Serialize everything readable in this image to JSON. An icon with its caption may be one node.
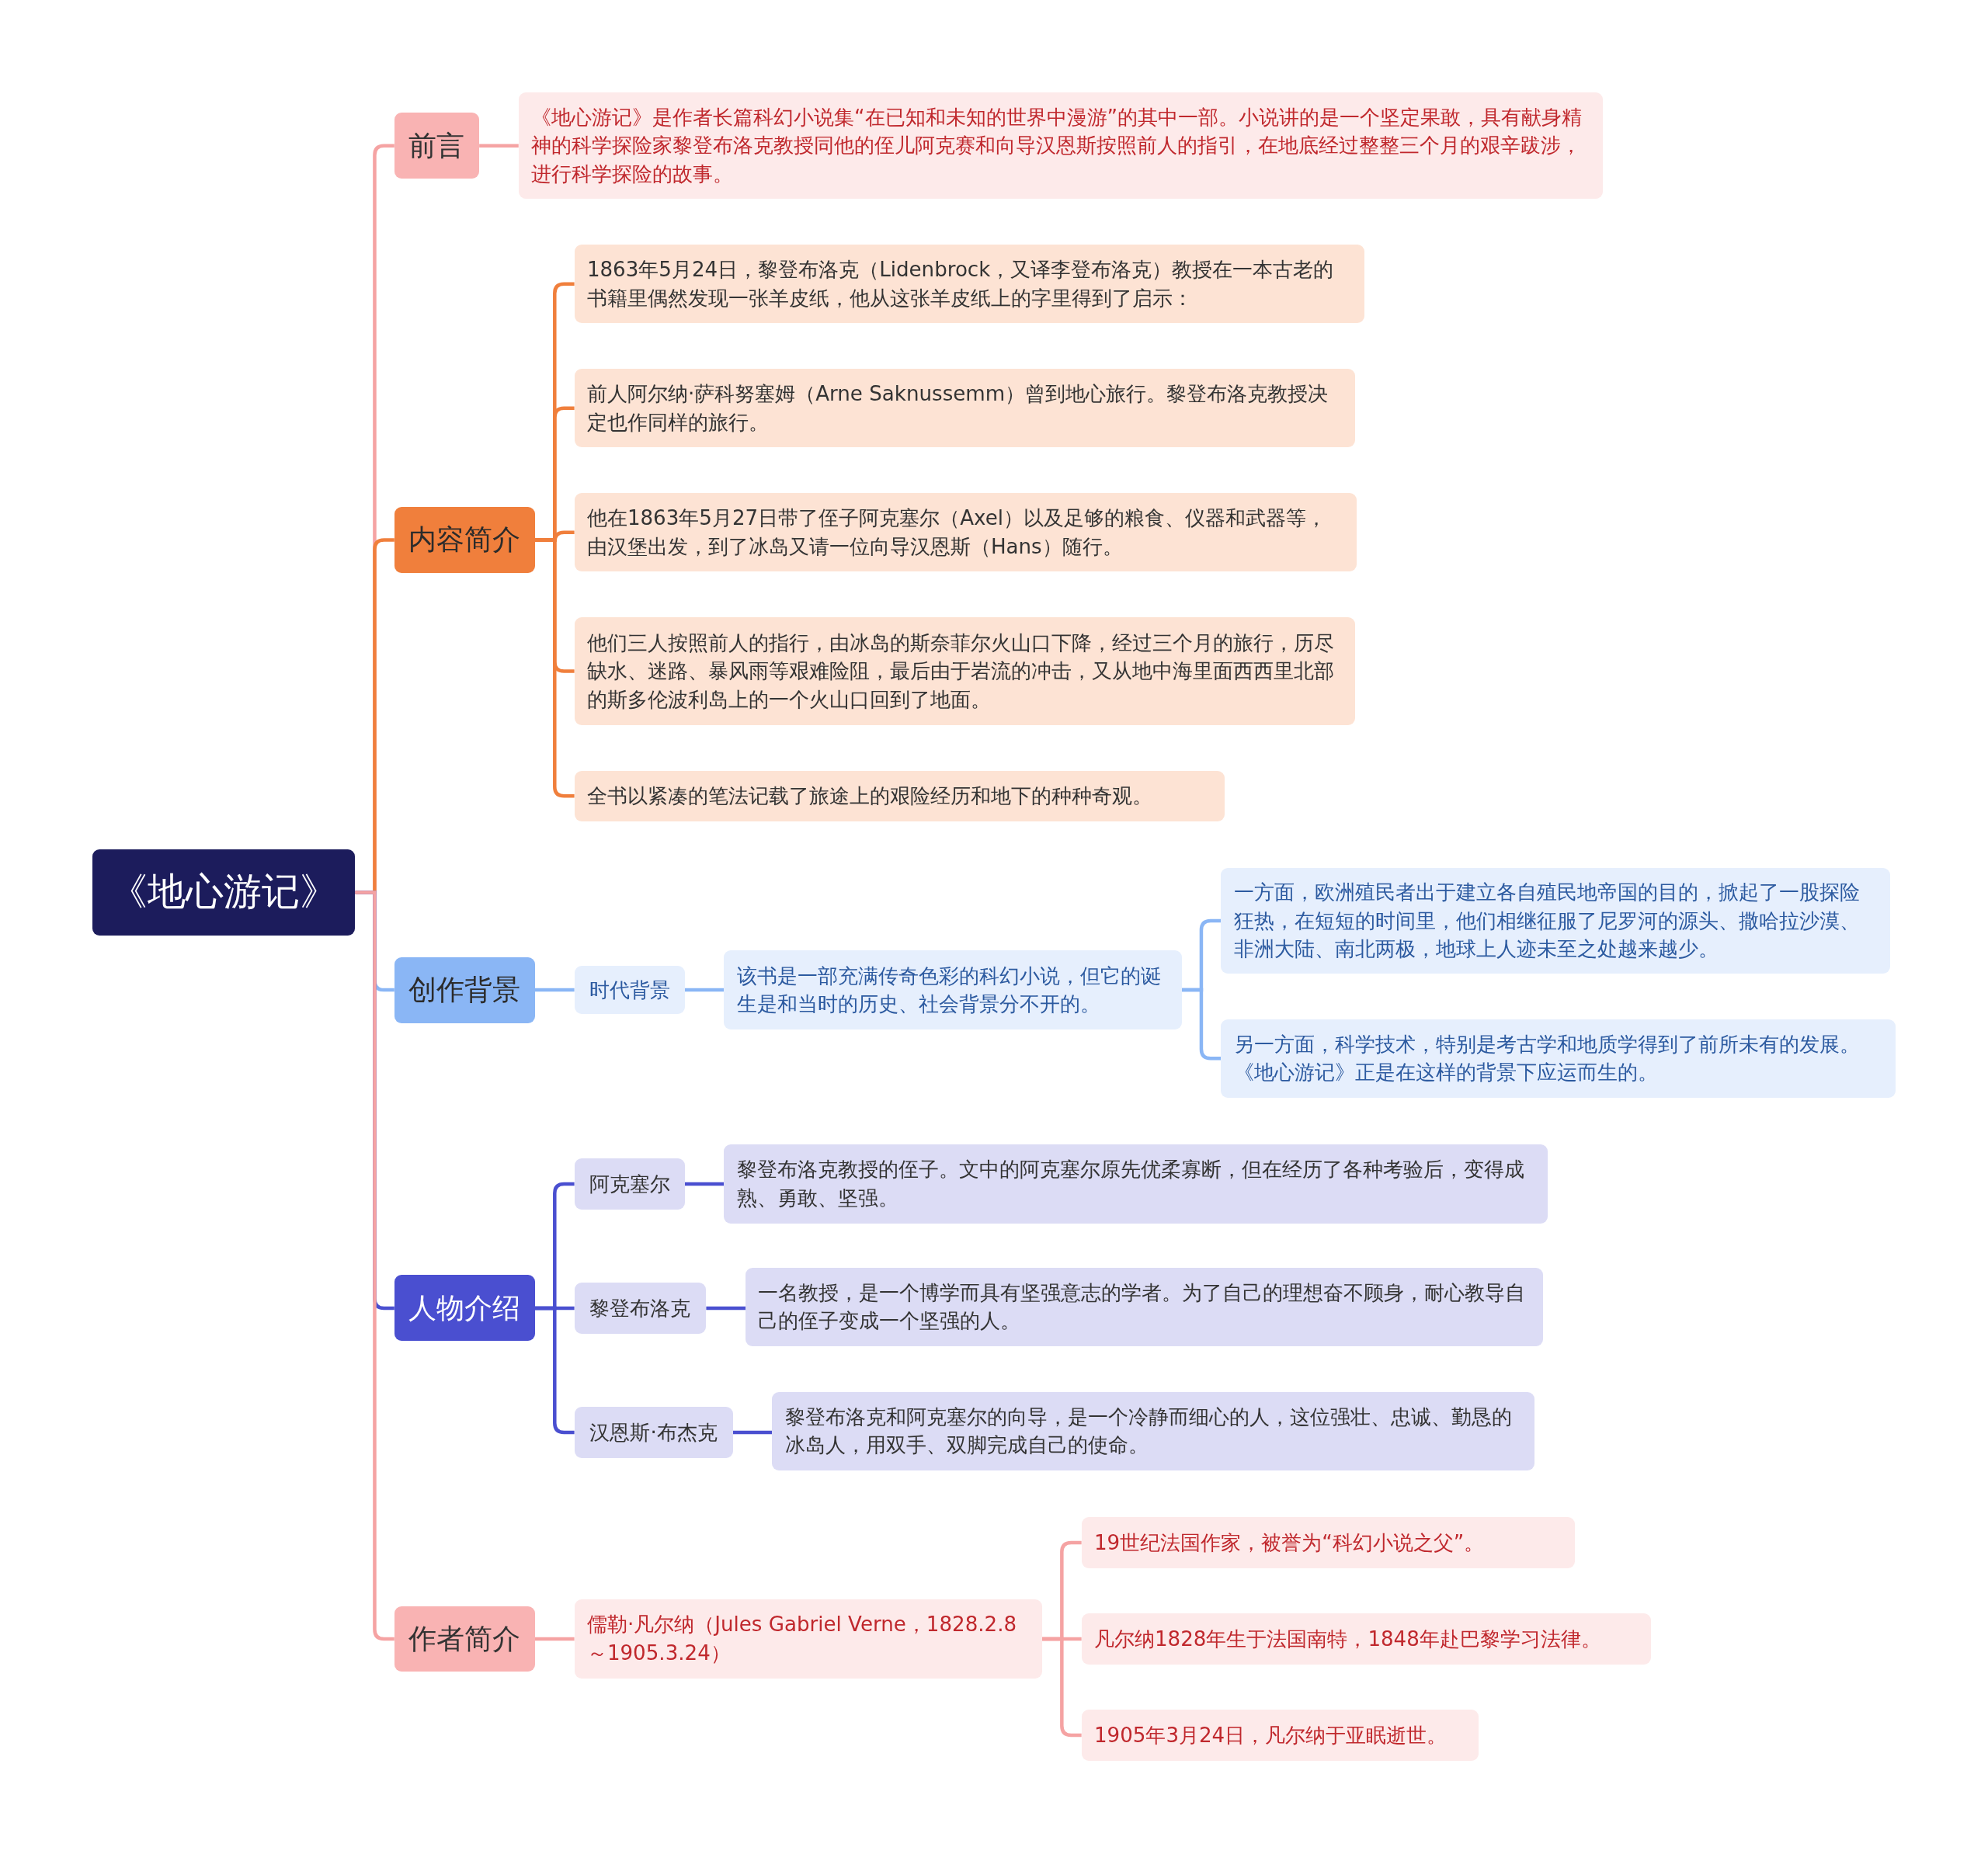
{
  "diagram": {
    "nodes": [
      {
        "text": [
          "《地心游记》"
        ]
      },
      {
        "text": [
          "前言"
        ]
      },
      {
        "text": [
          "《地心游记》是作者长篇科幻小说集“在已知和未知的世界中漫游”的其中一部。小说讲的是一个坚定果敢，具有献身精神的科学探险家黎登布洛克教授同他的侄儿阿克赛和向导汉恩斯按照前人的指引，在地底经过整整三个月的艰辛跋涉，进行科学探险的故事。"
        ]
      },
      {
        "text": [
          "内容简介"
        ]
      },
      {
        "text": [
          "1863年5月24日，黎登布洛克（Lidenbrock，又译李登布洛克）教授在一本古老的书籍里偶然发现一张羊皮纸，他从这张羊皮纸上的字里得到了启示："
        ]
      },
      {
        "text": [
          "前人阿尔纳·萨科努塞姆（Arne Saknussemm）曾到地心旅行。黎登布洛克教授决定也作同样的旅行。"
        ]
      },
      {
        "text": [
          "他在1863年5月27日带了侄子阿克塞尔（Axel）以及足够的粮食、仪器和武器等，由汉堡出发，到了冰岛又请一位向导汉恩斯（Hans）随行。"
        ]
      },
      {
        "text": [
          "他们三人按照前人的指行，由冰岛的斯奈菲尔火山口下降，经过三个月的旅行，历尽缺水、迷路、暴风雨等艰难险阻，最后由于岩流的冲击，又从地中海里面西西里北部的斯多伦波利岛上的一个火山口回到了地面。"
        ]
      },
      {
        "text": [
          "全书以紧凑的笔法记载了旅途上的艰险经历和地下的种种奇观。"
        ]
      },
      {
        "text": [
          "创作背景"
        ]
      },
      {
        "text": [
          "时代背景"
        ]
      },
      {
        "text": [
          "该书是一部充满传奇色彩的科幻小说，但它的诞生是和当时的历史、社会背景分不开的。"
        ]
      },
      {
        "text": [
          "一方面，欧洲殖民者出于建立各自殖民地帝国的目的，掀起了一股探险狂热，在短短的时间里，他们相继征服了尼罗河的源头、撒哈拉沙漠、非洲大陆、南北两极，地球上人迹未至之处越来越少。"
        ]
      },
      {
        "text": [
          "另一方面，科学技术，特别是考古学和地质学得到了前所未有的发展。《地心游记》正是在这样的背景下应运而生的。"
        ]
      },
      {
        "text": [
          "人物介绍"
        ]
      },
      {
        "text": [
          "阿克塞尔"
        ]
      },
      {
        "text": [
          "黎登布洛克教授的侄子。文中的阿克塞尔原先优柔寡断，但在经历了各种考验后，变得成熟、勇敢、坚强。"
        ]
      },
      {
        "text": [
          "黎登布洛克"
        ]
      },
      {
        "text": [
          "一名教授，是一个博学而具有坚强意志的学者。为了自己的理想奋不顾身，耐心教导自己的侄子变成一个坚强的人。"
        ]
      },
      {
        "text": [
          "汉恩斯·布杰克"
        ]
      },
      {
        "text": [
          "黎登布洛克和阿克塞尔的向导，是一个冷静而细心的人，这位强壮、忠诚、勤恳的冰岛人，用双手、双脚完成自己的使命。"
        ]
      },
      {
        "text": [
          "作者简介"
        ]
      },
      {
        "text": [
          "儒勒·凡尔纳（Jules Gabriel Verne，1828.2.8～1905.3.24）"
        ]
      },
      {
        "text": [
          "19世纪法国作家，被誉为“科幻小说之父”。"
        ]
      },
      {
        "text": [
          "凡尔纳1828年生于法国南特，1848年赴巴黎学习法律。"
        ]
      },
      {
        "text": [
          "1905年3月24日，凡尔纳于亚眠逝世。"
        ]
      }
    ],
    "edges": [
      {
        "from": 0,
        "to": 1,
        "arrow": "none",
        "color": "#f5a3a3"
      },
      {
        "from": 0,
        "to": 3,
        "arrow": "none",
        "color": "#f07f3c"
      },
      {
        "from": 0,
        "to": 9,
        "arrow": "none",
        "color": "#8ab6f5"
      },
      {
        "from": 0,
        "to": 14,
        "arrow": "none",
        "color": "#4a4fd0"
      },
      {
        "from": 0,
        "to": 21,
        "arrow": "none",
        "color": "#f5a3a3"
      },
      {
        "from": 1,
        "to": 2,
        "arrow": "none",
        "color": "#f5a3a3"
      },
      {
        "from": 3,
        "to": 4,
        "arrow": "none",
        "color": "#f07f3c"
      },
      {
        "from": 3,
        "to": 5,
        "arrow": "none",
        "color": "#f07f3c"
      },
      {
        "from": 3,
        "to": 6,
        "arrow": "none",
        "color": "#f07f3c"
      },
      {
        "from": 3,
        "to": 7,
        "arrow": "none",
        "color": "#f07f3c"
      },
      {
        "from": 3,
        "to": 8,
        "arrow": "none",
        "color": "#f07f3c"
      },
      {
        "from": 9,
        "to": 10,
        "arrow": "none",
        "color": "#8ab6f5"
      },
      {
        "from": 10,
        "to": 11,
        "arrow": "none",
        "color": "#8ab6f5"
      },
      {
        "from": 11,
        "to": 12,
        "arrow": "none",
        "color": "#8ab6f5"
      },
      {
        "from": 11,
        "to": 13,
        "arrow": "none",
        "color": "#8ab6f5"
      },
      {
        "from": 14,
        "to": 15,
        "arrow": "none",
        "color": "#4a4fd0"
      },
      {
        "from": 14,
        "to": 17,
        "arrow": "none",
        "color": "#4a4fd0"
      },
      {
        "from": 14,
        "to": 19,
        "arrow": "none",
        "color": "#4a4fd0"
      },
      {
        "from": 15,
        "to": 16,
        "arrow": "none",
        "color": "#4a4fd0"
      },
      {
        "from": 17,
        "to": 18,
        "arrow": "none",
        "color": "#4a4fd0"
      },
      {
        "from": 19,
        "to": 20,
        "arrow": "none",
        "color": "#4a4fd0"
      },
      {
        "from": 21,
        "to": 22,
        "arrow": "none",
        "color": "#f5a3a3"
      },
      {
        "from": 22,
        "to": 23,
        "arrow": "none",
        "color": "#f5a3a3"
      },
      {
        "from": 22,
        "to": 24,
        "arrow": "none",
        "color": "#f5a3a3"
      },
      {
        "from": 22,
        "to": 25,
        "arrow": "none",
        "color": "#f5a3a3"
      }
    ]
  }
}
